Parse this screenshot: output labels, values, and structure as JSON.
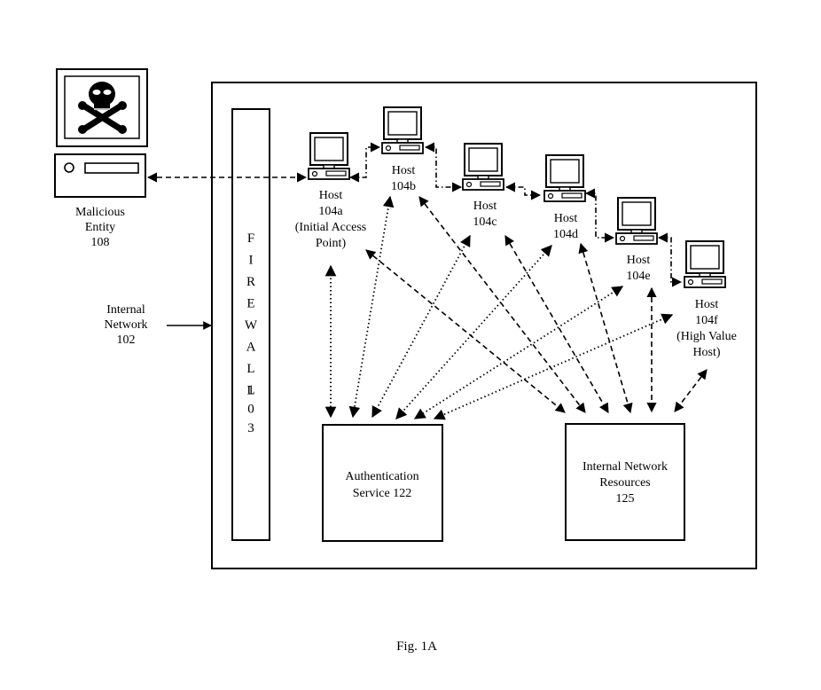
{
  "figure_caption": "Fig. 1A",
  "malicious_entity": {
    "lines": [
      "Malicious",
      "Entity",
      "108"
    ]
  },
  "internal_network": {
    "lines": [
      "Internal",
      "Network",
      "102"
    ]
  },
  "firewall": {
    "letters": [
      "F",
      "I",
      "R",
      "E",
      "W",
      "A",
      "L",
      "L",
      "",
      "1",
      "0",
      "3"
    ]
  },
  "hosts": [
    {
      "id": "104a",
      "lines": [
        "Host",
        "104a",
        "(Initial Access",
        "Point)"
      ]
    },
    {
      "id": "104b",
      "lines": [
        "Host",
        "104b"
      ]
    },
    {
      "id": "104c",
      "lines": [
        "Host",
        "104c"
      ]
    },
    {
      "id": "104d",
      "lines": [
        "Host",
        "104d"
      ]
    },
    {
      "id": "104e",
      "lines": [
        "Host",
        "104e"
      ]
    },
    {
      "id": "104f",
      "lines": [
        "Host",
        "104f",
        "(High Value",
        "Host)"
      ]
    }
  ],
  "authentication_service": {
    "lines": [
      "Authentication",
      "Service 122"
    ]
  },
  "internal_network_resources": {
    "lines": [
      "Internal Network",
      "Resources",
      "125"
    ]
  },
  "icons": {
    "malicious_computer": "skull-crossbones-computer-icon",
    "host_computer": "desktop-computer-icon"
  }
}
